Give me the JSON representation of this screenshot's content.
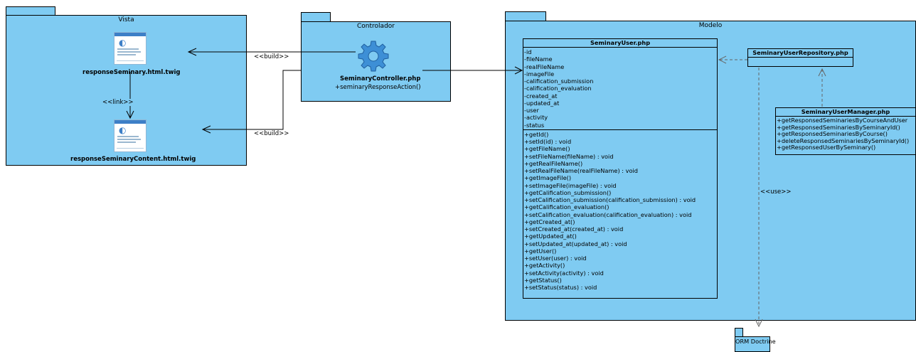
{
  "packages": {
    "vista": {
      "name": "Vista"
    },
    "controlador": {
      "name": "Controlador"
    },
    "modelo": {
      "name": "Modelo"
    },
    "orm": {
      "name": "ORM Doctrine"
    }
  },
  "vista": {
    "page1": {
      "name": "responseSeminary.html.twig",
      "icon": "web-page-icon"
    },
    "page2": {
      "name": "responseSeminaryContent.html.twig",
      "icon": "web-page-icon"
    }
  },
  "controller": {
    "icon": "gear-icon",
    "name": "SeminaryController.php",
    "method": "+seminaryResponseAction()"
  },
  "seminary_user": {
    "title": "SeminaryUser.php",
    "attributes": [
      "-id",
      "-fileName",
      "-realFileName",
      "-imageFile",
      "-calification_submission",
      "-calification_evaluation",
      "-created_at",
      "-updated_at",
      "-user",
      "-activity",
      "-status"
    ],
    "operations": [
      "+getId()",
      "+setId(id) : void",
      "+getFileName()",
      "+setFileName(fileName) : void",
      "+getRealFileName()",
      "+setRealFileName(realFileName) : void",
      "+getImageFile()",
      "+setImageFile(imageFile) : void",
      "+getCalification_submission()",
      "+setCalification_submission(calification_submission) : void",
      "+getCalification_evaluation()",
      "+setCalification_evaluation(calification_evaluation) : void",
      "+getCreated_at()",
      "+setCreated_at(created_at) : void",
      "+getUpdated_at()",
      "+setUpdated_at(updated_at) : void",
      "+getUser()",
      "+setUser(user) : void",
      "+getActivity()",
      "+setActivity(activity) : void",
      "+getStatus()",
      "+setStatus(status) : void"
    ]
  },
  "repository": {
    "title": "SeminaryUserRepository.php"
  },
  "manager": {
    "title": "SeminaryUserManager.php",
    "operations": [
      "+getResponsedSeminariesByCourseAndUser",
      "+getResponsedSeminariesBySeminaryId()",
      "+getResponsedSeminariesByCourse()",
      "+deleteResponsedSeminariesBySeminaryId()",
      "+getResponsedUserBySeminary()"
    ]
  },
  "relations": {
    "build1": "<<build>>",
    "build2": "<<build>>",
    "link": "<<link>>",
    "use": "<<use>>"
  },
  "colors": {
    "package_fill": "#7fcbf2",
    "line": "#000000",
    "accent": "#3d7fc7"
  }
}
